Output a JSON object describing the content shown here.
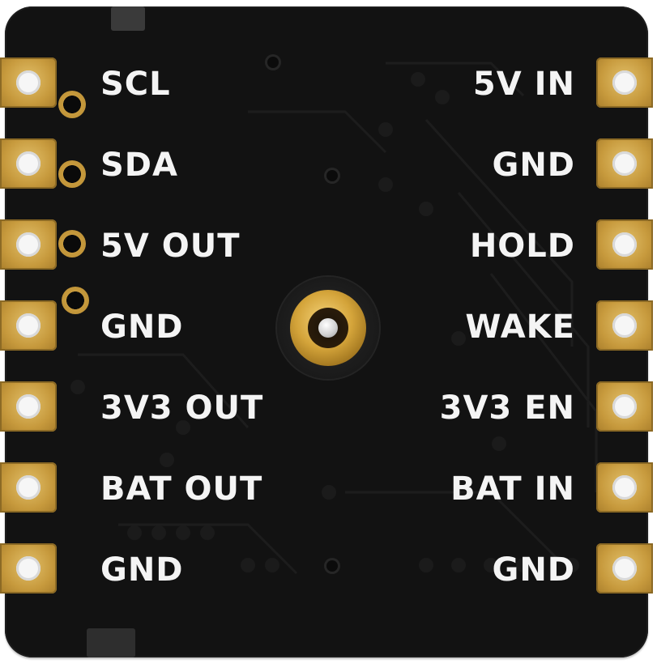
{
  "module": {
    "left_pins": [
      {
        "label": "SCL"
      },
      {
        "label": "SDA"
      },
      {
        "label": "5V OUT"
      },
      {
        "label": "GND"
      },
      {
        "label": "3V3 OUT"
      },
      {
        "label": "BAT OUT"
      },
      {
        "label": "GND"
      }
    ],
    "right_pins": [
      {
        "label": "5V IN"
      },
      {
        "label": "GND"
      },
      {
        "label": "HOLD"
      },
      {
        "label": "WAKE"
      },
      {
        "label": "3V3 EN"
      },
      {
        "label": "BAT IN"
      },
      {
        "label": "GND"
      }
    ],
    "colors": {
      "board": "#121212",
      "pad_gold": "#c79a3d",
      "silkscreen": "#f4f4f4"
    }
  }
}
